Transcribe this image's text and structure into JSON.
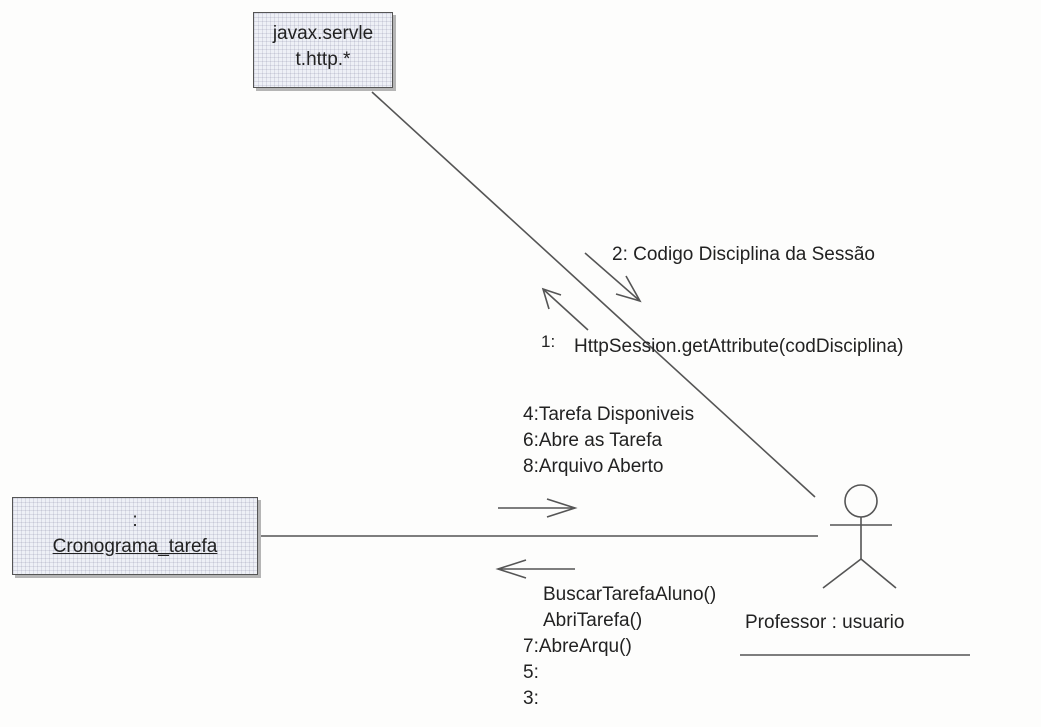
{
  "objects": {
    "servlet": {
      "line1": "javax.servle",
      "line2": "t.http.*"
    },
    "cronograma": {
      "colon": ":",
      "name": "Cronograma_tarefa"
    }
  },
  "actor": {
    "label": "Professor : usuario"
  },
  "messages": {
    "top": {
      "m2": "2: Codigo Disciplina da Sessão",
      "m1_num": "1:",
      "m1_text": "HttpSession.getAttribute(codDisciplina)"
    },
    "to_actor": [
      "4:Tarefa Disponiveis",
      "6:Abre as Tarefa",
      "8:Arquivo Aberto"
    ],
    "to_cronograma": {
      "lines": [
        "BuscarTarefaAluno()",
        "AbriTarefa()"
      ],
      "numbers": [
        "7:AbreArqu()",
        "5:",
        "3:"
      ]
    }
  }
}
